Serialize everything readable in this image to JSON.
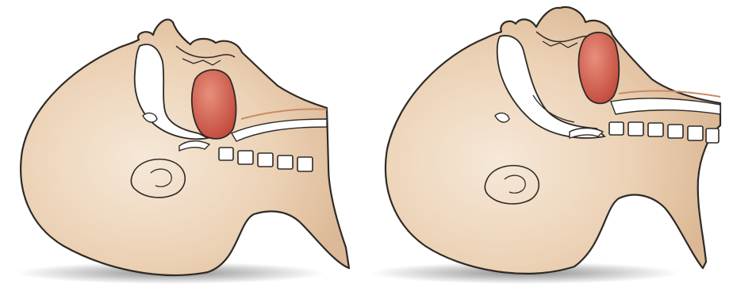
{
  "figure": {
    "panels": [
      {
        "id": "left",
        "depicts": "head-neutral-airway-obstructed"
      },
      {
        "id": "right",
        "depicts": "head-tilted-airway-open"
      }
    ]
  },
  "colors": {
    "skin_light": "#f6e8d8",
    "skin_mid": "#ecd2b6",
    "skin_dark": "#dcb996",
    "tongue_light": "#e88f7c",
    "tongue_dark": "#c24a3c",
    "outline": "#2e2a26",
    "airway": "#ffffff",
    "shadow": "#8d8d8d"
  }
}
